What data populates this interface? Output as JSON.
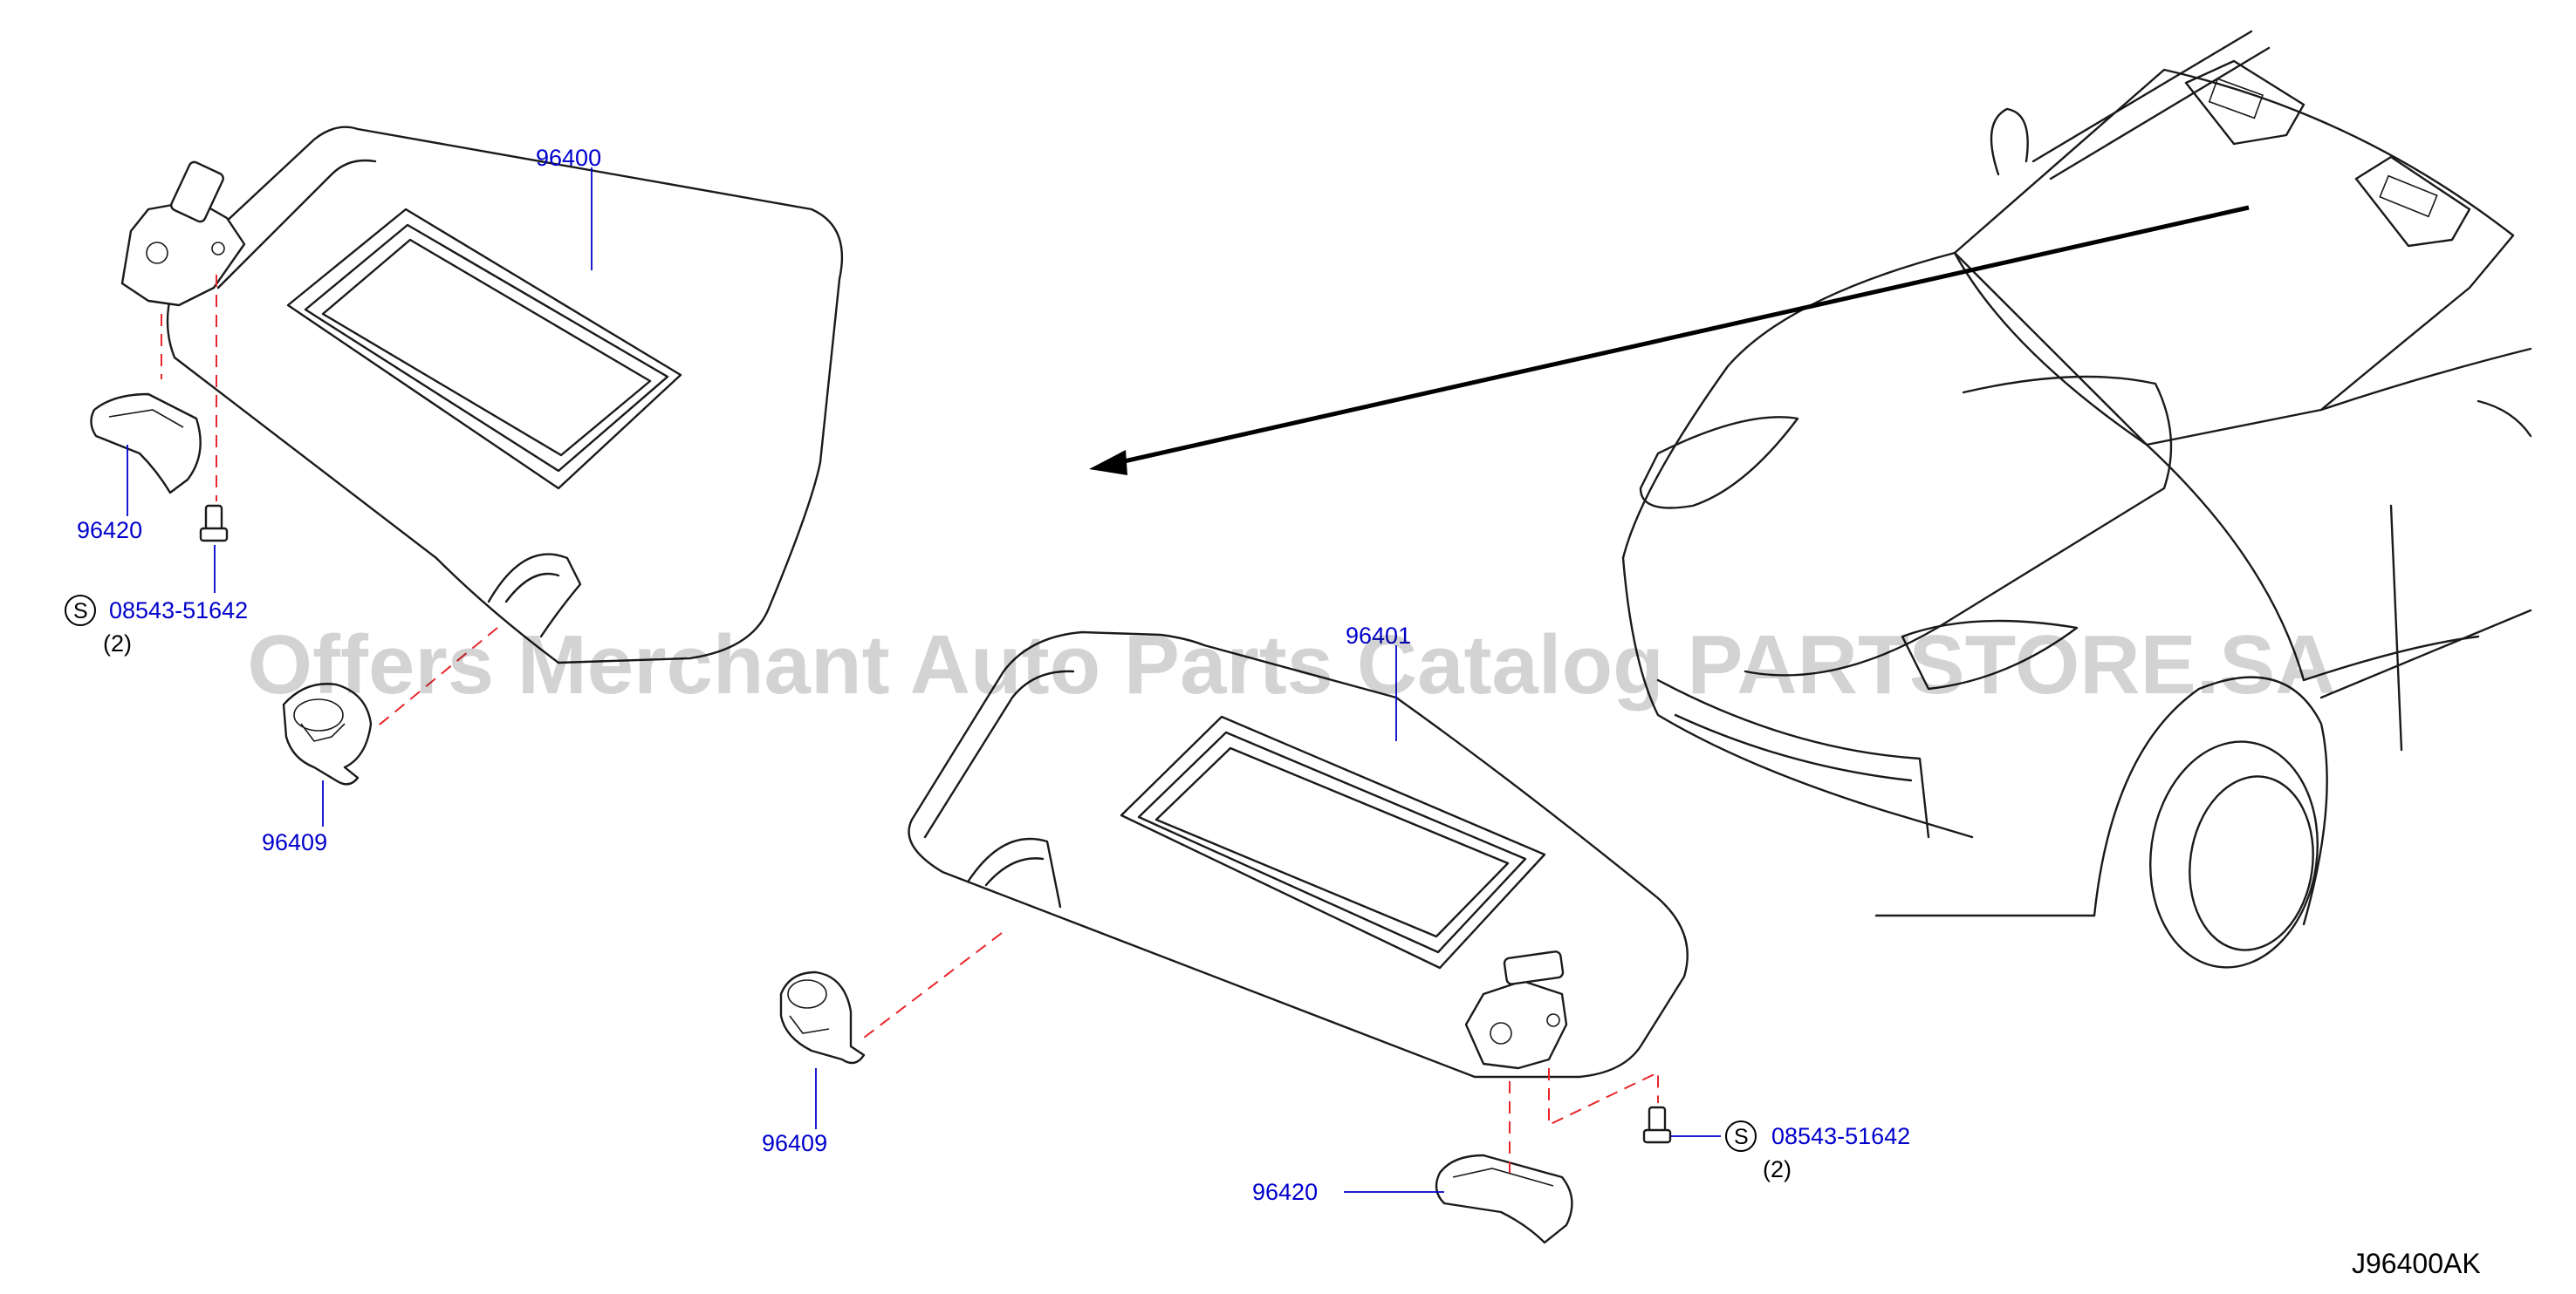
{
  "labels": {
    "visor_left": "96400",
    "visor_right": "96401",
    "holder_left": "96409",
    "holder_right": "96409",
    "cover_left": "96420",
    "cover_right": "96420",
    "screw_left": "08543-51642",
    "screw_right": "08543-51642",
    "screw_qty_left": "(2)",
    "screw_qty_right": "(2)",
    "screw_symbol": "S"
  },
  "diagram_code": "J96400AK",
  "watermark": "Offers Merchant Auto Parts Catalog PARTSTORE.SA"
}
